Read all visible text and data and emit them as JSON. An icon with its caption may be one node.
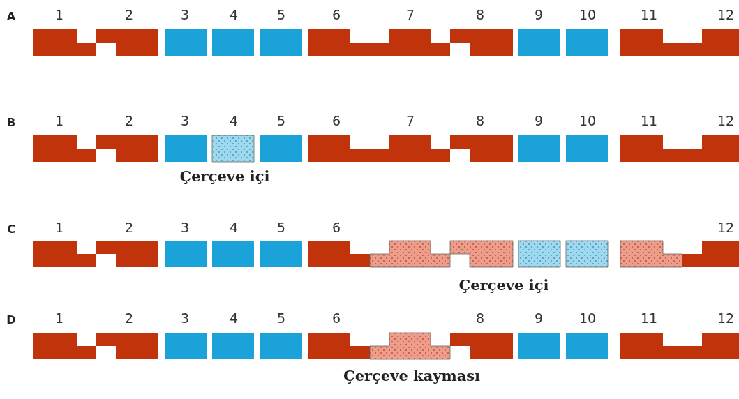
{
  "diagram": {
    "labels": [
      "A",
      "1",
      "2",
      "3",
      "4",
      "5",
      "6",
      "7",
      "8",
      "9",
      "10",
      "11",
      "12",
      "B",
      "1",
      "2",
      "3",
      "4",
      "5",
      "6",
      "7",
      "8",
      "9",
      "10",
      "11",
      "12",
      "Çerçeve içi",
      "C",
      "1",
      "2",
      "3",
      "4",
      "5",
      "6",
      "12",
      "Çerçeve içi",
      "D",
      "1",
      "2",
      "3",
      "4",
      "5",
      "6",
      "8",
      "9",
      "10",
      "11",
      "12",
      "Çerçeve kayması"
    ]
  }
}
